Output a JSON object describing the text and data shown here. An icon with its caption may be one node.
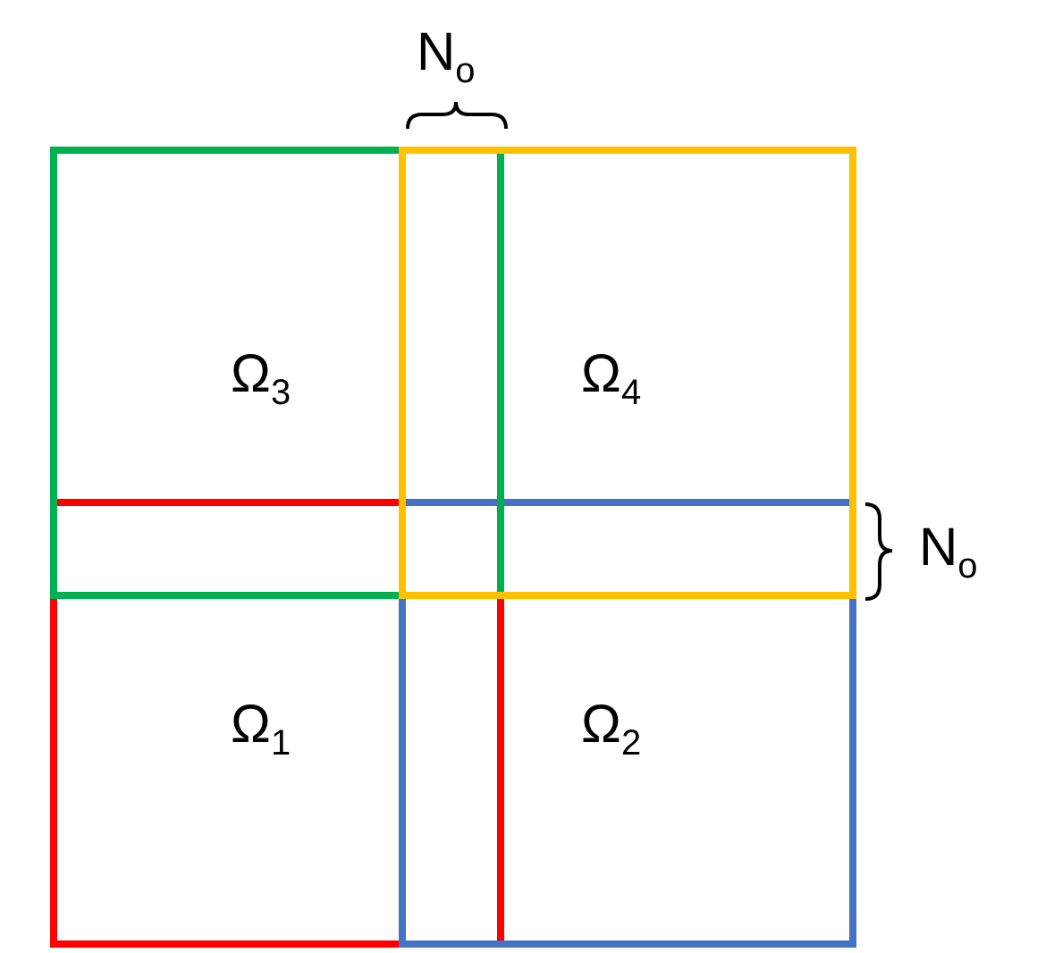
{
  "diagram": {
    "nodes": [
      {
        "text": [
          "Ω$_{3}$"
        ]
      },
      {
        "text": [
          "Ω$_{4}$"
        ]
      },
      {
        "text": [
          "Ω$_{1}$"
        ]
      },
      {
        "text": [
          "Ω$_{2}$"
        ]
      }
    ],
    "labels": [
      "N$_{o}$",
      "N$_{o}$"
    ]
  }
}
